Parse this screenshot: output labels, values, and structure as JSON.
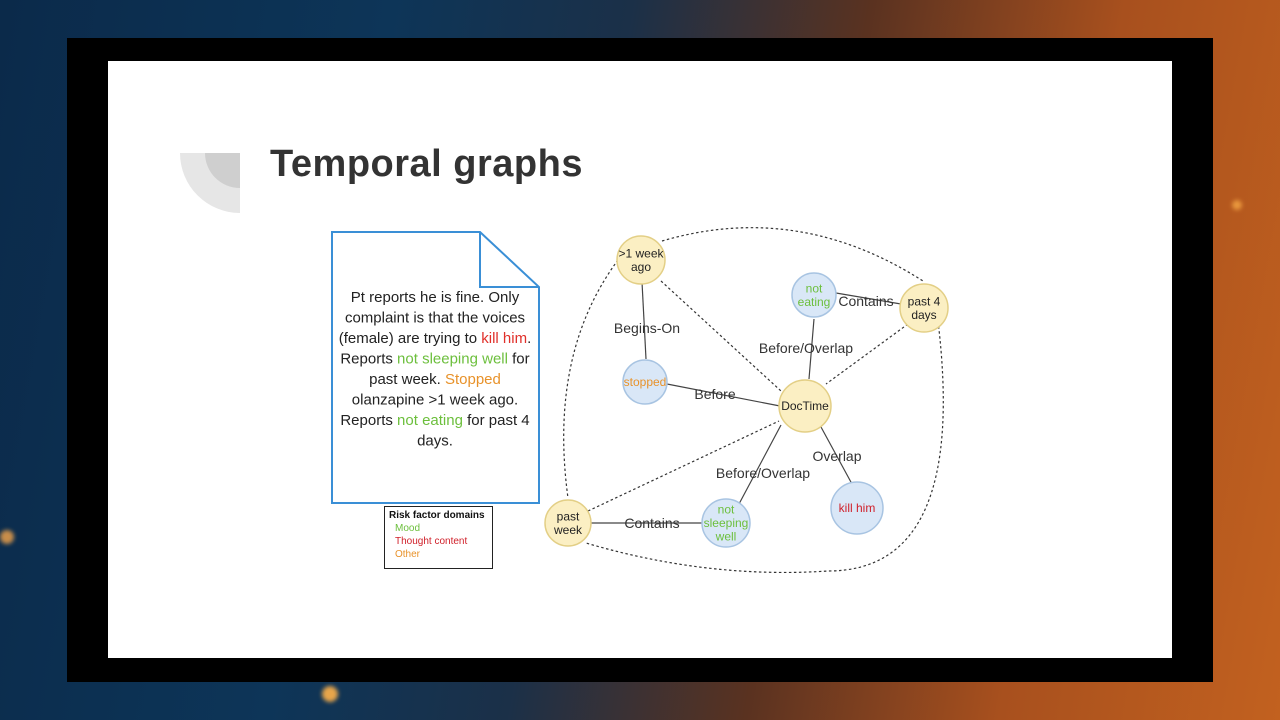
{
  "slide": {
    "title": "Temporal graphs"
  },
  "note": {
    "lines": [
      [
        {
          "t": "Pt reports he is fine. Only",
          "c": "#222"
        }
      ],
      [
        {
          "t": "complaint is that the voices",
          "c": "#222"
        }
      ],
      [
        {
          "t": "(female) are trying to ",
          "c": "#222"
        },
        {
          "t": "kill him",
          "c": "#e0302a"
        },
        {
          "t": ".",
          "c": "#222"
        }
      ],
      [
        {
          "t": "Reports ",
          "c": "#222"
        },
        {
          "t": "not sleeping well",
          "c": "#6cbf3c"
        },
        {
          "t": " for",
          "c": "#222"
        }
      ],
      [
        {
          "t": "past week. ",
          "c": "#222"
        },
        {
          "t": "Stopped",
          "c": "#e8922a"
        }
      ],
      [
        {
          "t": "olanzapine >1 week ago.",
          "c": "#222"
        }
      ],
      [
        {
          "t": "Reports ",
          "c": "#222"
        },
        {
          "t": "not eating",
          "c": "#6cbf3c"
        },
        {
          "t": " for past 4",
          "c": "#222"
        }
      ],
      [
        {
          "t": "days.",
          "c": "#222"
        }
      ]
    ]
  },
  "legend": {
    "title": "Risk factor domains",
    "items": [
      {
        "label": "Mood",
        "color": "#6cbf3c"
      },
      {
        "label": "Thought content",
        "color": "#d0202a"
      },
      {
        "label": "Other",
        "color": "#e8922a"
      }
    ]
  },
  "graph": {
    "colors": {
      "time_fill": "#fbefc3",
      "time_stroke": "#e3cf86",
      "event_fill": "#d9e7f7",
      "event_stroke": "#a8c4e2",
      "mood": "#6cbf3c",
      "thought": "#d0202a",
      "other": "#e8922a"
    },
    "nodes": [
      {
        "id": "n1week",
        "kind": "time",
        "lines": [
          ">1 week",
          "ago"
        ],
        "color": "#222"
      },
      {
        "id": "npast4",
        "kind": "time",
        "lines": [
          "past 4",
          "days"
        ],
        "color": "#222"
      },
      {
        "id": "ndoc",
        "kind": "time",
        "lines": [
          "DocTime"
        ],
        "color": "#222"
      },
      {
        "id": "npastweek",
        "kind": "time",
        "lines": [
          "past",
          "week"
        ],
        "color": "#222"
      },
      {
        "id": "nnoteat",
        "kind": "event",
        "lines": [
          "not",
          "eating"
        ],
        "color": "#6cbf3c"
      },
      {
        "id": "nstopped",
        "kind": "event",
        "lines": [
          "stopped"
        ],
        "color": "#e8922a"
      },
      {
        "id": "nkill",
        "kind": "event",
        "lines": [
          "kill him"
        ],
        "color": "#d0202a"
      },
      {
        "id": "nnotsleep",
        "kind": "event",
        "lines": [
          "not",
          "sleeping",
          "well"
        ],
        "color": "#6cbf3c"
      }
    ],
    "edge_labels": {
      "begins_on": "Begins-On",
      "contains_top": "Contains",
      "before_overlap_top": "Before/Overlap",
      "before": "Before",
      "overlap": "Overlap",
      "before_overlap_bottom": "Before/Overlap",
      "contains_bottom": "Contains"
    }
  }
}
